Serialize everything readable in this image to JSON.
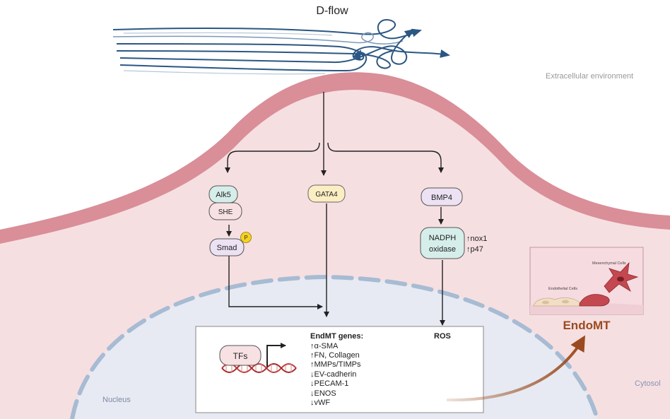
{
  "title": "D-flow",
  "regions": {
    "extracellular": "Extracellular environment",
    "cytosol": "Cytosol",
    "nucleus": "Nucleus"
  },
  "left_path": {
    "alk5": "Alk5",
    "she": "SHE",
    "smad": "Smad",
    "phospho": "P"
  },
  "middle_path": {
    "gata4": "GATA4"
  },
  "right_path": {
    "bmp4": "BMP4",
    "nadph_line1": "NADPH",
    "nadph_line2": "oxidase",
    "nox1": "↑nox1",
    "p47": "↑p47"
  },
  "nucleus_box": {
    "tfs": "TFs",
    "genes_header": "EndMT genes:",
    "genes": [
      "↑α-SMA",
      "↑FN, Collagen",
      "↑MMPs/TIMPs",
      "↓EV-cadherin",
      "↓PECAM-1",
      "↓ENOS",
      "↓vWF"
    ],
    "ros": "ROS"
  },
  "inset": {
    "mesenchymal": "Mesenchymal Cells",
    "endothelial": "Endothelial Cells"
  },
  "endomt_label": "EndoMT",
  "colors": {
    "membrane": "#d98e98",
    "cytosol": "#f6dfe1",
    "nucleus_fill": "#e7eaf2",
    "nucleus_dash": "#a7bbd3",
    "flow": "#2b5783",
    "endomt": "#9a4a1e"
  }
}
